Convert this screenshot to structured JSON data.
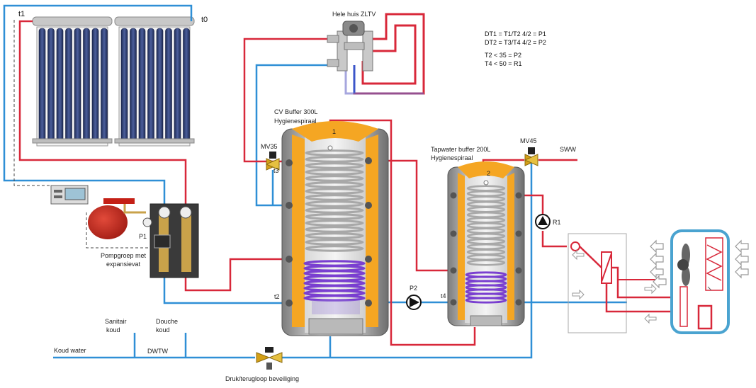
{
  "labels": {
    "t1": "t1",
    "t0": "t0",
    "zltv": "Hele huis ZLTV",
    "cv_buffer": "CV Buffer 300L",
    "cv_spiral": "Hygienespiraal",
    "tap_buffer": "Tapwater buffer 200L",
    "tap_spiral": "Hygienespiraal",
    "mv35": "MV35",
    "mv45": "MV45",
    "t3": "t3",
    "t2": "t2",
    "t4": "t4",
    "sww": "SWW",
    "r1": "R1",
    "p1": "P1",
    "p2": "P2",
    "num1": "1",
    "num2": "2",
    "pompgroep": "Pompgroep met",
    "expansievat": "expansievat",
    "sanitair": "Sanitair",
    "sanitair_koud": "koud",
    "douche": "Douche",
    "douche_koud": "koud",
    "koud_water": "Koud water",
    "dwtw": "DWTW",
    "druk": "Druk/terugloop beveiliging"
  },
  "equations": [
    "DT1 = T1/T2 4/2 = P1",
    "DT2 = T3/T4 4/2 = P2",
    "T2 < 35 = P2",
    "T4 < 50 = R1"
  ],
  "colors": {
    "hot_pipe": "#d8283a",
    "cold_pipe": "#2f8fd6",
    "tank_insulation": "#f5a623",
    "tank_shell": "#9a9a9a",
    "coil": "#9b9b9b",
    "coil_hot": "#7a3fd0"
  }
}
